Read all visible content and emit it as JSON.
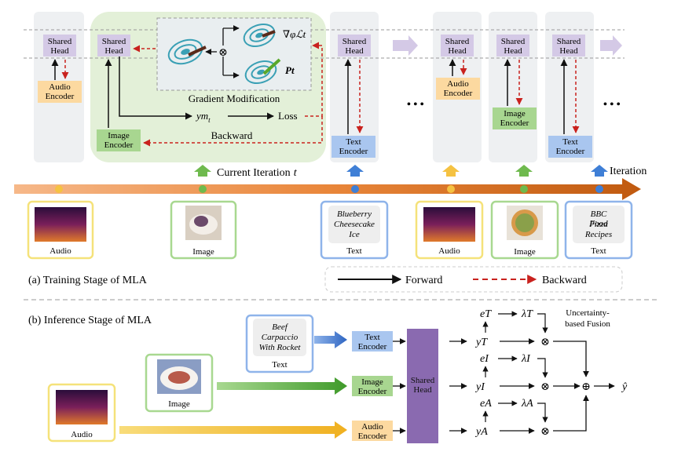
{
  "training": {
    "stage_caption": "(a) Training Stage of MLA",
    "shared_head": "Shared Head",
    "audio_encoder": "Audio Encoder",
    "image_encoder": "Image Encoder",
    "text_encoder": "Text Encoder",
    "gradient_modification": "Gradient Modification",
    "grad_symbol": "∇φℒt",
    "projection_symbol": "Pt",
    "otimes": "⊗",
    "y_m_t": "ym",
    "y_m_t_sub": "t",
    "loss": "Loss",
    "backward_label": "Backward",
    "ellipsis": "• • •",
    "current_iteration": "Current Iteration",
    "current_iteration_var": "t",
    "iteration": "Iteration",
    "inputs": [
      {
        "type": "audio",
        "label": "Audio"
      },
      {
        "type": "image",
        "label": "Image"
      },
      {
        "type": "text",
        "label": "Text",
        "content": [
          "Blueberry",
          "Cheesecake",
          "Ice"
        ]
      },
      {
        "type": "audio",
        "label": "Audio"
      },
      {
        "type": "image",
        "label": "Image"
      },
      {
        "type": "text",
        "label": "Text",
        "content": [
          "BBC Food",
          "Pizza",
          "Recipes"
        ]
      }
    ],
    "legend": {
      "forward": "Forward",
      "backward": "Backward"
    }
  },
  "inference": {
    "stage_caption": "(b) Inference Stage of MLA",
    "text_input": {
      "label": "Text",
      "content": [
        "Beef",
        "Carpaccio",
        "With Rocket"
      ]
    },
    "image_input": {
      "label": "Image"
    },
    "audio_input": {
      "label": "Audio"
    },
    "text_encoder": "Text Encoder",
    "image_encoder": "Image Encoder",
    "audio_encoder": "Audio Encoder",
    "shared_head": "Shared Head",
    "fusion_title": [
      "Uncertainty-",
      "based Fusion"
    ],
    "y_T": "yT",
    "y_I": "yI",
    "y_A": "yA",
    "e_T": "eT",
    "e_I": "eI",
    "e_A": "eA",
    "lambda_T": "λT",
    "lambda_I": "λI",
    "lambda_A": "λA",
    "otimes": "⊗",
    "oplus": "⊕",
    "y_hat": "ŷ"
  },
  "colors": {
    "audio": "#f5c242",
    "image": "#6fba4e",
    "text": "#3f7fd6",
    "shared_head": "#a890c9",
    "backward": "#c9221e"
  }
}
